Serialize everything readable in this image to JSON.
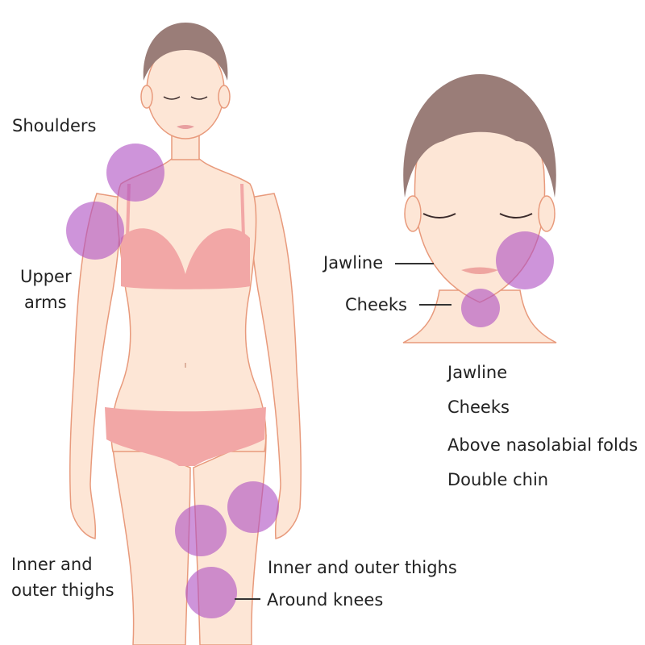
{
  "colors": {
    "skin": "#fde6d6",
    "outline": "#e89a7c",
    "underwear": "#f2a7a6",
    "hair": "#9a7d78",
    "highlight_circle": "#b052c4",
    "text": "#222222"
  },
  "body_figure": {
    "labels": {
      "shoulders": "Shoulders",
      "upper_arms_line1": "Upper",
      "upper_arms_line2": "arms",
      "thighs_left_line1": "Inner and",
      "thighs_left_line2": "outer thighs",
      "thighs_right": "Inner and outer thighs",
      "knees": "Around knees"
    },
    "highlight_areas": [
      "shoulder",
      "upper-arm",
      "inner-thigh",
      "outer-thigh",
      "knee"
    ]
  },
  "face_figure": {
    "labels": {
      "jawline": "Jawline",
      "cheeks": "Cheeks"
    },
    "highlight_areas": [
      "cheek",
      "chin"
    ]
  },
  "area_list": {
    "items": [
      "Jawline",
      "Cheeks",
      "Above nasolabial folds",
      "Double chin"
    ]
  }
}
